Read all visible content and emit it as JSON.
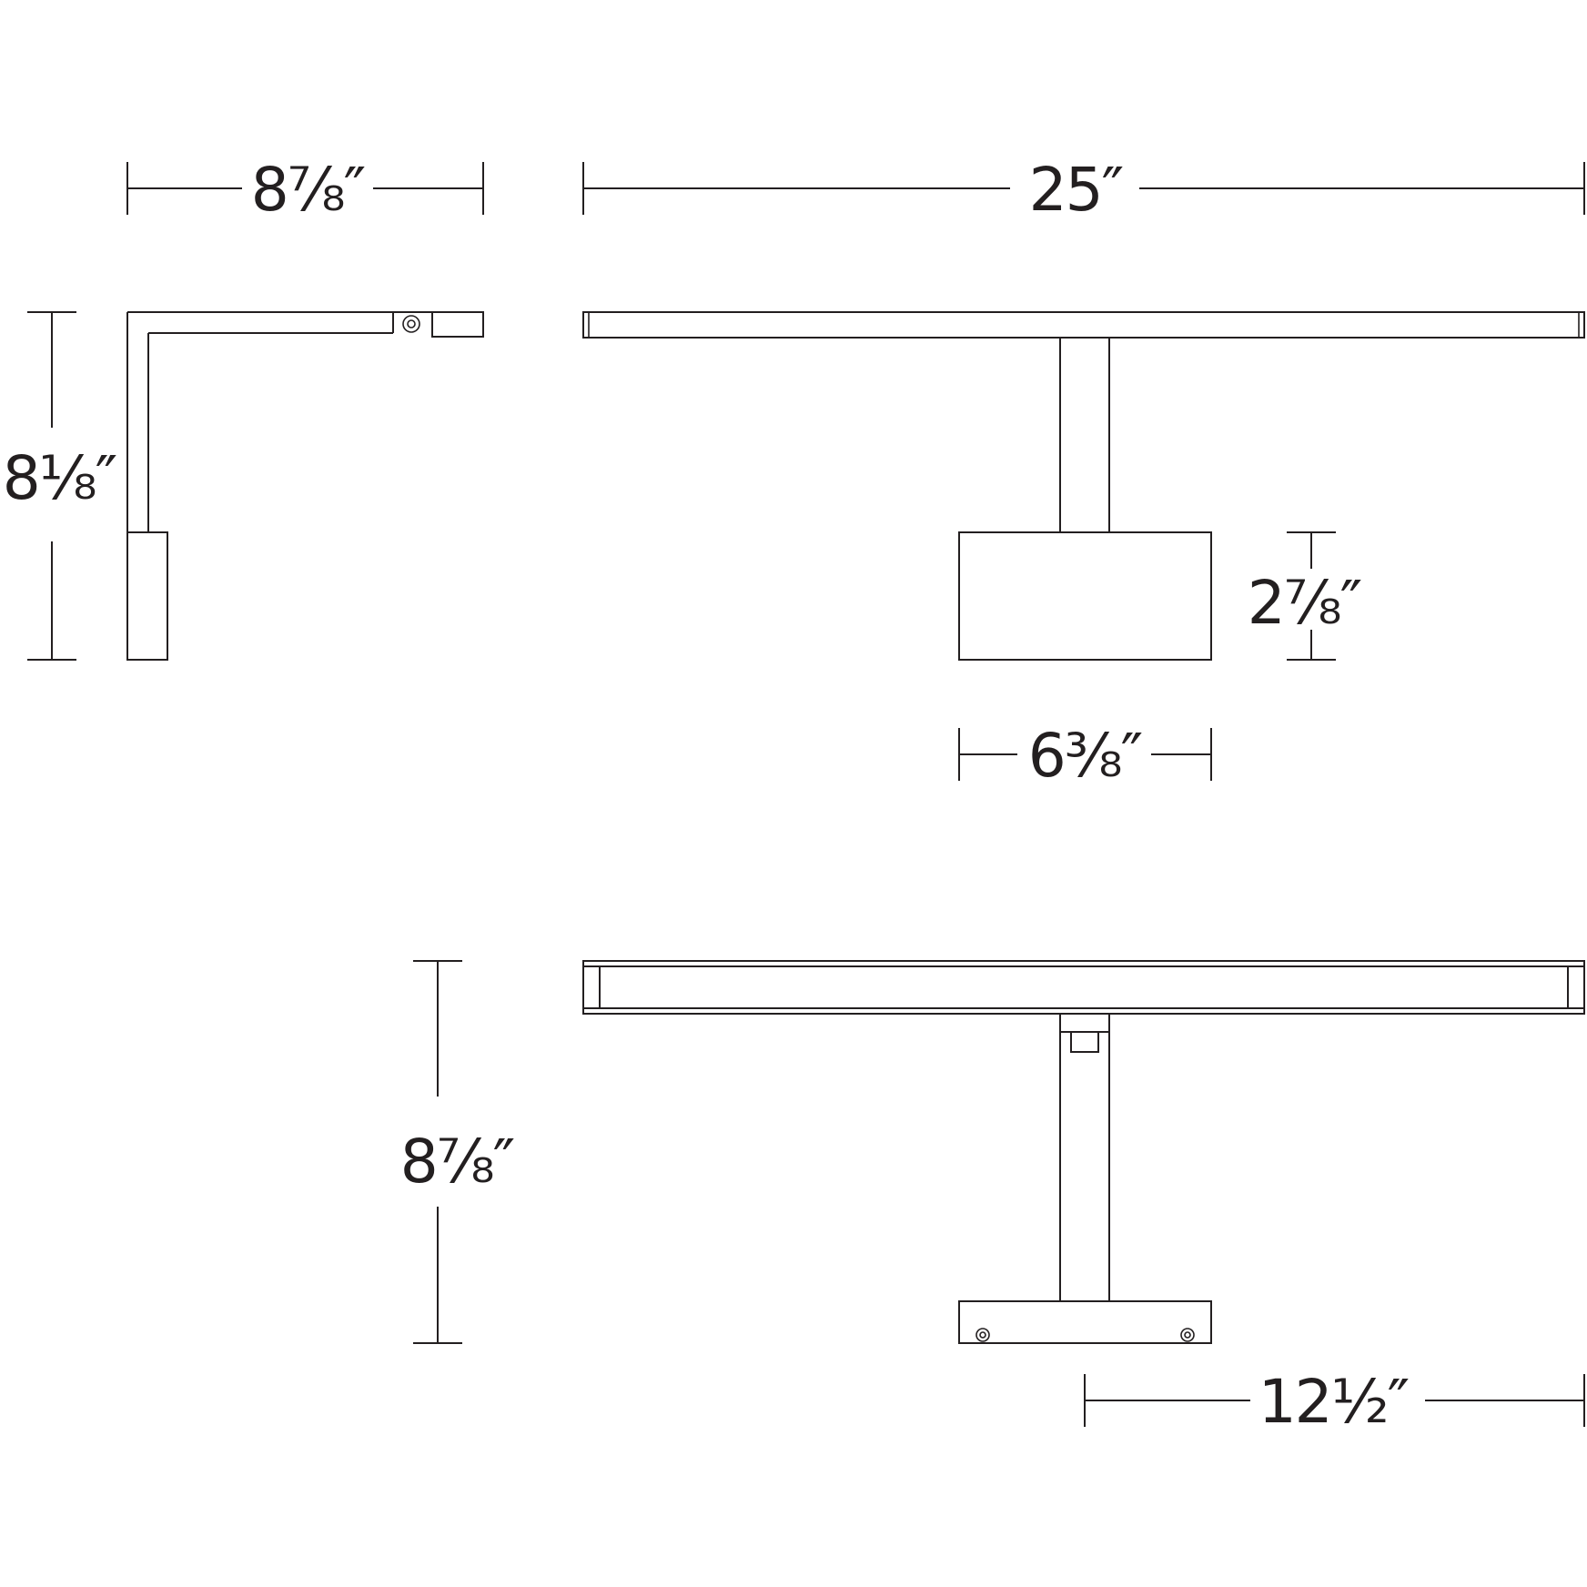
{
  "dimensions": {
    "side_width": "8⅞″",
    "side_height": "8⅛″",
    "front_width": "25″",
    "base_height": "2⅞″",
    "base_width": "6⅜″",
    "top_height": "8⅞″",
    "top_depth": "12½″"
  },
  "colors": {
    "line": "#231f20",
    "background": "#ffffff"
  }
}
